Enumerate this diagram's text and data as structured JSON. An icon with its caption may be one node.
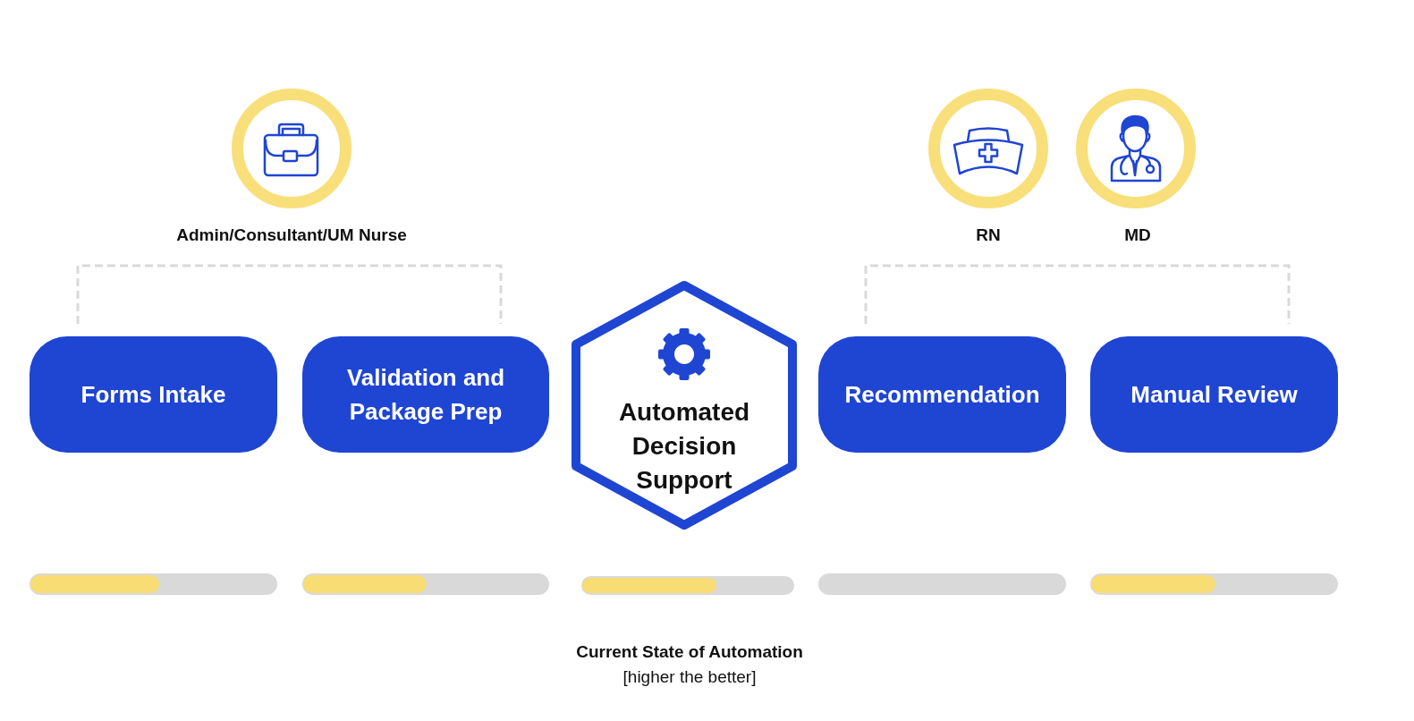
{
  "diagram": {
    "nodes": [
      {
        "text": [
          "Forms Intake"
        ]
      },
      {
        "text": [
          "Validation and Package Prep"
        ]
      },
      {
        "text": [
          "Automated Decision Support"
        ]
      },
      {
        "text": [
          "Recommendation"
        ]
      },
      {
        "text": [
          "Manual Review"
        ]
      }
    ],
    "labels": [
      "Admin/Consultant/UM Nurse",
      "RN",
      "MD",
      "Current State of Automation",
      "[higher the better]"
    ]
  }
}
